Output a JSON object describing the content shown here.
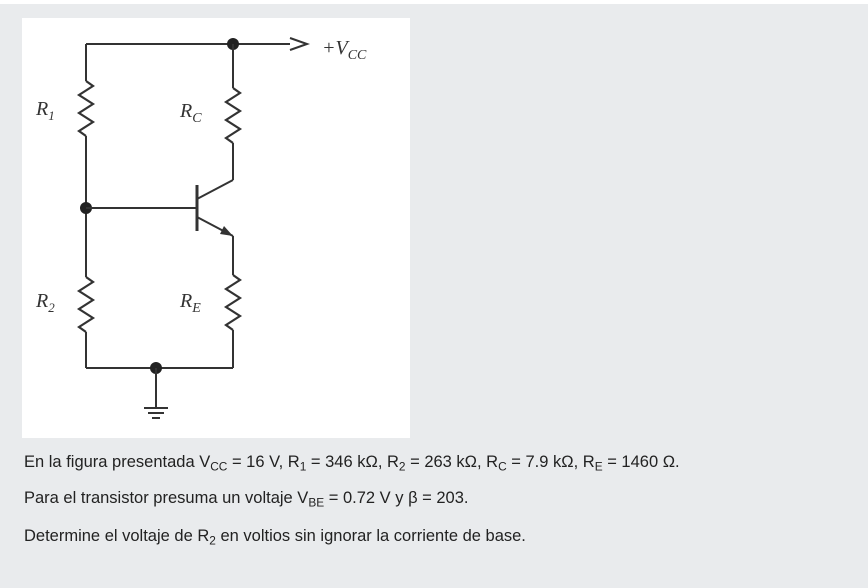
{
  "figure": {
    "vcc": {
      "sign": "+",
      "v": "V",
      "sub": "CC"
    },
    "r1": {
      "main": "R",
      "sub": "1"
    },
    "r2": {
      "main": "R",
      "sub": "2"
    },
    "rc": {
      "main": "R",
      "sub": "C"
    },
    "re": {
      "main": "R",
      "sub": "E"
    }
  },
  "question": {
    "line1": {
      "t1": "En la figura presentada V",
      "vcc_sub": "CC",
      "t2": " = 16 V, R",
      "r1_sub": "1",
      "t3": " = 346 kΩ, R",
      "r2_sub": "2",
      "t4": " = 263 kΩ, R",
      "rc_sub": "C",
      "t5": " = 7.9 kΩ, R",
      "re_sub": "E",
      "t6": " = 1460 Ω."
    },
    "line2": {
      "t1": "Para el transistor presuma un voltaje V",
      "vbe_sub": "BE",
      "t2": " = 0.72 V y β = 203."
    },
    "line3": {
      "t1": "Determine el voltaje de R",
      "r2_sub": "2",
      "t2": " en voltios sin ignorar la corriente de base."
    }
  }
}
